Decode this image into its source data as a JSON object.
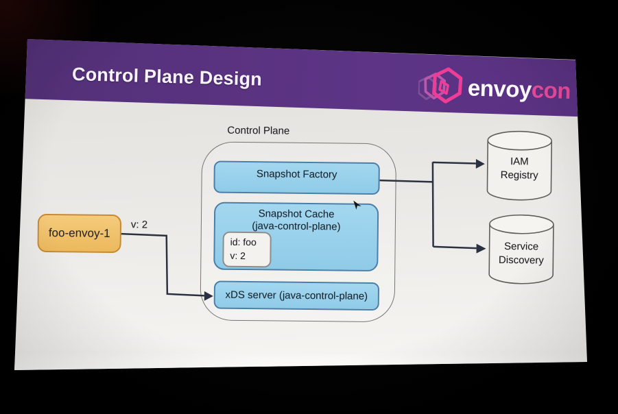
{
  "header": {
    "title": "Control Plane Design",
    "logo": {
      "envoy": "envoy",
      "con": "con"
    }
  },
  "diagram": {
    "control_plane_label": "Control Plane",
    "snapshot_factory": "Snapshot Factory",
    "snapshot_cache_title": "Snapshot Cache",
    "snapshot_cache_subtitle": "(java-control-plane)",
    "cache_entry": {
      "id": "id: foo",
      "version": "v: 2"
    },
    "xds_server": "xDS server (java-control-plane)",
    "envoy_node": "foo-envoy-1",
    "edge_label": "v: 2",
    "iam_registry": {
      "line1": "IAM",
      "line2": "Registry"
    },
    "service_discovery": {
      "line1": "Service",
      "line2": "Discovery"
    },
    "edges": [
      {
        "from": "foo-envoy-1",
        "to": "xDS server (java-control-plane)",
        "label": "v: 2"
      },
      {
        "from": "Snapshot Factory",
        "to": "IAM Registry"
      },
      {
        "from": "Snapshot Factory",
        "to": "Service Discovery"
      }
    ]
  },
  "colors": {
    "header_purple": "#5a3182",
    "node_blue_fill": "#99d1ec",
    "node_blue_border": "#4b7ea7",
    "envoy_orange_fill": "#f0c26e",
    "envoy_orange_border": "#c8892f",
    "logo_pink": "#e8489b",
    "arrow_dark": "#2b3140",
    "slide_background": "#ebe9e6"
  }
}
